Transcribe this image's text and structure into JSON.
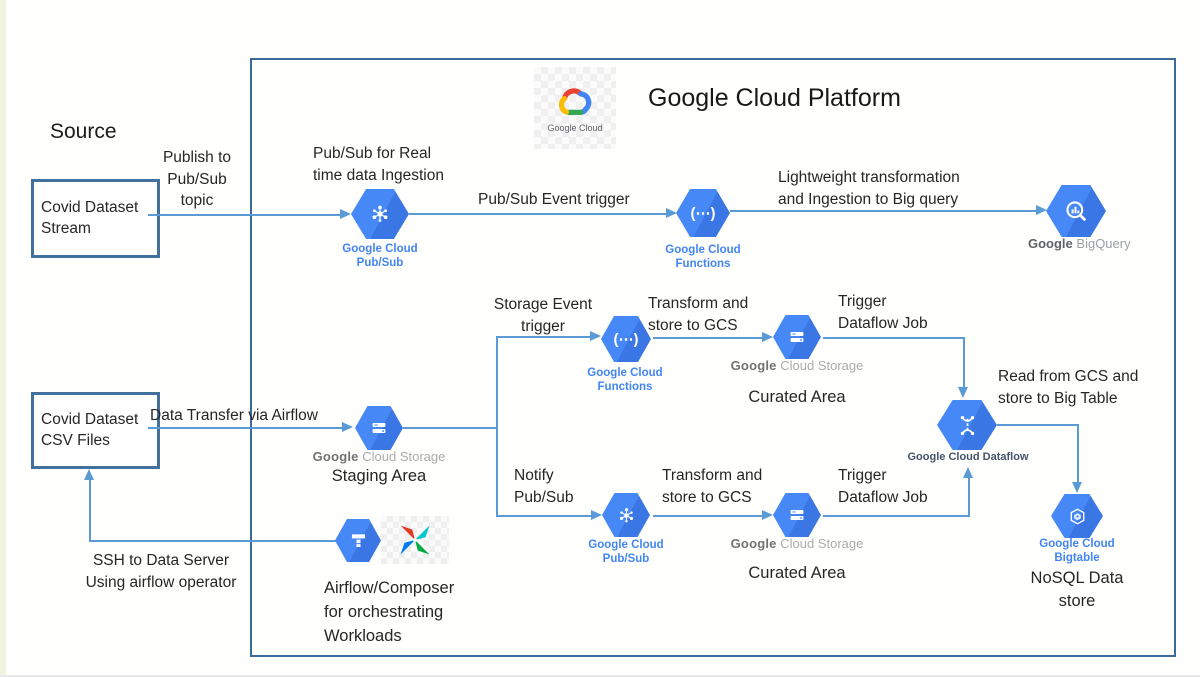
{
  "title": "Google Cloud Platform",
  "colors": {
    "arrow": "#5b9bd5",
    "frame_border": "#3a6b9c",
    "source_box_border": "#41719c",
    "icon_blue": "#4285f4",
    "label_blue": "#4285f4",
    "label_dataflow": "#44546a"
  },
  "logo": {
    "caption": "Google Cloud"
  },
  "source": {
    "heading": "Source",
    "stream_box": "Covid Dataset\nStream",
    "csv_box": "Covid Dataset\nCSV Files"
  },
  "icons": {
    "pubsub_top": {
      "caption": "Google Cloud\nPub/Sub"
    },
    "functions_top": {
      "caption": "Google Cloud Functions",
      "glyph": "(⋯)"
    },
    "bigquery": {
      "brand": "Google",
      "product": "BigQuery"
    },
    "storage_staging": {
      "brand": "Google",
      "product": "Cloud Storage",
      "area": "Staging Area"
    },
    "functions_mid": {
      "caption": "Google Cloud Functions",
      "glyph": "(⋯)"
    },
    "storage_curated_top": {
      "brand": "Google",
      "product": "Cloud Storage",
      "area": "Curated Area"
    },
    "pubsub_bottom": {
      "caption": "Google Cloud\nPub/Sub"
    },
    "storage_curated_bottom": {
      "brand": "Google",
      "product": "Cloud Storage",
      "area": "Curated Area"
    },
    "dataflow": {
      "caption": "Google Cloud Dataflow"
    },
    "bigtable": {
      "caption": "Google Cloud\nBigtable",
      "note": "NoSQL Data\nstore"
    },
    "composer": {
      "caption": "Airflow/Composer\nfor orchestrating\nWorkloads"
    }
  },
  "annotations": {
    "publish": "Publish to\nPub/Sub\ntopic",
    "realtime": "Pub/Sub for Real\ntime data Ingestion",
    "event_trigger": "Pub/Sub Event trigger",
    "lightweight": "Lightweight transformation\nand Ingestion to Big query",
    "storage_event": "Storage Event\ntrigger",
    "transform_top": "Transform and\nstore to  GCS",
    "trigger_top": "Trigger\nDataflow Job",
    "notify": "Notify\nPub/Sub",
    "transform_bottom": "Transform and\nstore to  GCS",
    "trigger_bottom": "Trigger\nDataflow Job",
    "read_bigtable": "Read from GCS and\nstore to Big Table",
    "data_transfer": "Data Transfer via Airflow",
    "ssh": "SSH to Data Server\nUsing airflow operator"
  }
}
